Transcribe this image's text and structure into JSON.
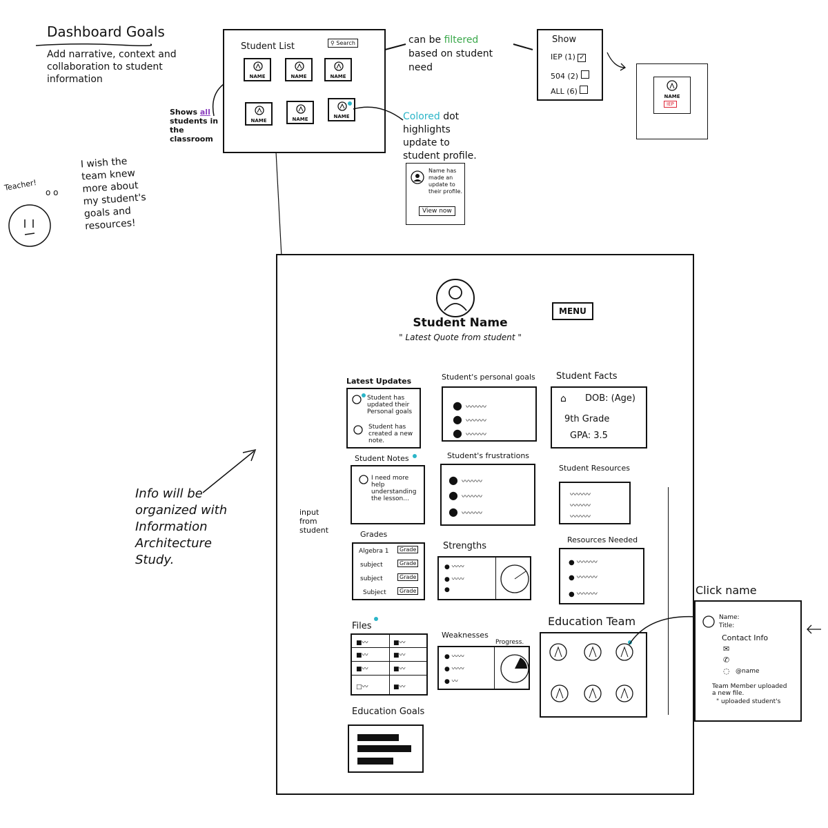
{
  "goals": {
    "title": "Dashboard Goals",
    "text": "Add narrative, context and collaboration to student information"
  },
  "student_list": {
    "title": "Student List",
    "search": "Search",
    "name_label": "NAME"
  },
  "annotations": {
    "shows_all_pre": "Shows",
    "shows_all_word": "all",
    "shows_all_post": "students in the classroom",
    "filter_pre": "can be",
    "filter_word": "filtered",
    "filter_post": "based on student need",
    "colored_word": "Colored",
    "colored_post": "dot highlights update to student profile.",
    "teacher": "Teacher!",
    "thought_dots": "o o",
    "wish": "I wish the team knew more about my student's goals and resources!",
    "info_org": "Info will be organized with Information Architecture Study.",
    "input_from_student": "input from student",
    "click_name": "Click name",
    "progress": "Progress."
  },
  "filter_box": {
    "title": "Show",
    "options": [
      "IEP (1)",
      "504 (2)",
      "ALL (6)"
    ]
  },
  "filtered_card": {
    "name_label": "NAME",
    "tag": "IEP"
  },
  "notification": {
    "text": "Name has made an update to their profile.",
    "button": "View now"
  },
  "profile": {
    "name": "Student Name",
    "quote": "\" Latest Quote from student \"",
    "menu": "MENU",
    "latest_updates": {
      "title": "Latest Updates",
      "item1": "Student has updated their Personal goals",
      "item2": "Student has created a new note."
    },
    "personal_goals": {
      "title": "Student's personal goals"
    },
    "facts": {
      "title": "Student Facts",
      "dob": "DOB: (Age)",
      "grade": "9th Grade",
      "gpa": "GPA: 3.5"
    },
    "notes": {
      "title": "Student Notes",
      "text": "I need more help understanding the lesson..."
    },
    "frustrations": {
      "title": "Student's frustrations"
    },
    "resources": {
      "title": "Student Resources"
    },
    "grades": {
      "title": "Grades",
      "rows": [
        "Algebra 1",
        "subject",
        "subject",
        "Subject"
      ],
      "button": "Grade"
    },
    "strengths": {
      "title": "Strengths"
    },
    "resources_needed": {
      "title": "Resources Needed"
    },
    "files": {
      "title": "Files"
    },
    "weaknesses": {
      "title": "Weaknesses"
    },
    "education_team": {
      "title": "Education Team"
    },
    "education_goals": {
      "title": "Education Goals"
    }
  },
  "team_popup": {
    "name": "Name:",
    "title": "Title:",
    "contact": "Contact Info",
    "handle": "@name",
    "update": "Team Member uploaded a new file.",
    "update_quote": "\" uploaded student's"
  }
}
